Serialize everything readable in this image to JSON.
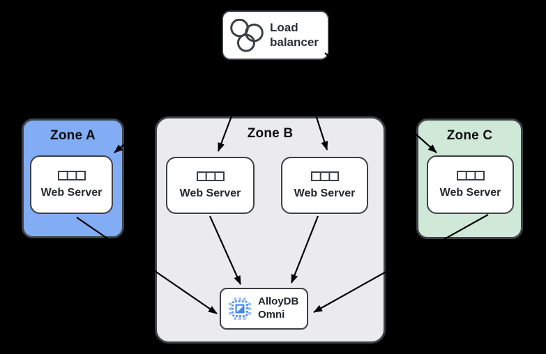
{
  "load_balancer": {
    "label": "Load balancer",
    "icon": "load-balancer-circles-icon"
  },
  "zones": [
    {
      "label": "Zone A",
      "fill": "#82acf4",
      "servers": [
        {
          "label": "Web Server"
        }
      ]
    },
    {
      "label": "Zone B",
      "fill": "#ebebee",
      "servers": [
        {
          "label": "Web Server"
        },
        {
          "label": "Web Server"
        }
      ]
    },
    {
      "label": "Zone C",
      "fill": "#cfe8d8",
      "servers": [
        {
          "label": "Web Server"
        }
      ]
    }
  ],
  "database": {
    "label": "AlloyDB Omni",
    "icon": "alloydb-omni-chip-icon"
  },
  "edges": [
    {
      "from": "load-balancer",
      "to": "zone-a-web-server"
    },
    {
      "from": "load-balancer",
      "to": "zone-b-web-server-1"
    },
    {
      "from": "load-balancer",
      "to": "zone-b-web-server-2"
    },
    {
      "from": "load-balancer",
      "to": "zone-c-web-server"
    },
    {
      "from": "zone-a-web-server",
      "to": "alloydb-omni"
    },
    {
      "from": "zone-b-web-server-1",
      "to": "alloydb-omni"
    },
    {
      "from": "zone-b-web-server-2",
      "to": "alloydb-omni"
    },
    {
      "from": "zone-c-web-server",
      "to": "alloydb-omni"
    }
  ],
  "colors": {
    "background": "#000000",
    "zone_a_fill": "#82acf4",
    "zone_b_fill": "#ebebee",
    "zone_c_fill": "#cfe8d8",
    "zone_border": "#3f4246",
    "node_border": "#3c4043",
    "node_fill": "#ffffff",
    "arrow": "#000000",
    "alloydb_blue": "#4285f4",
    "alloydb_pin_blue": "#9bc0fa"
  }
}
